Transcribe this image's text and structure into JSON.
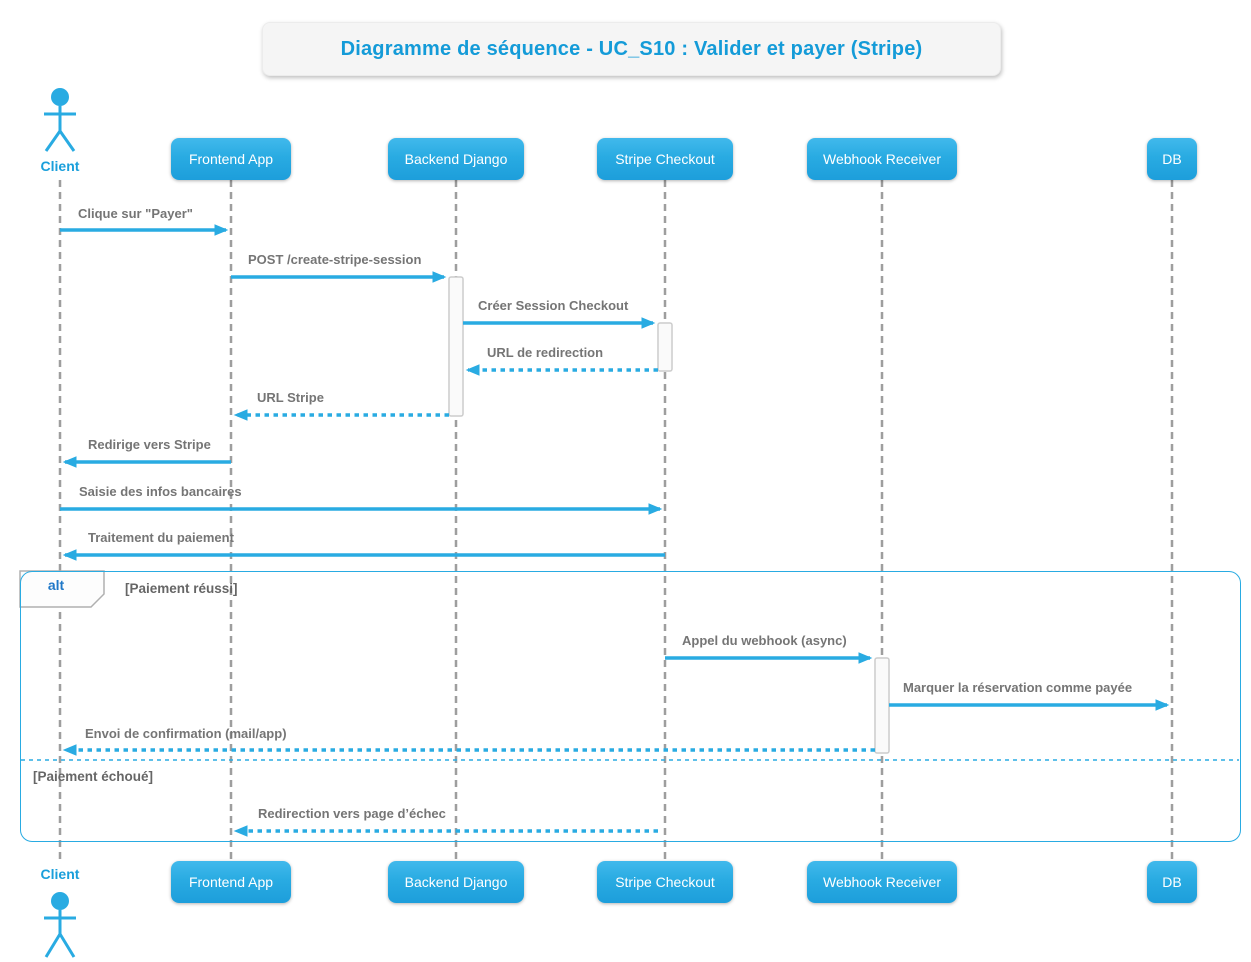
{
  "title": "Diagramme de séquence - UC_S10 : Valider et payer (Stripe)",
  "actors": [
    {
      "label": "Client",
      "type": "actor"
    },
    {
      "label": "Frontend App",
      "type": "participant"
    },
    {
      "label": "Backend Django",
      "type": "participant"
    },
    {
      "label": "Stripe Checkout",
      "type": "participant"
    },
    {
      "label": "Webhook Receiver",
      "type": "participant"
    },
    {
      "label": "DB",
      "type": "participant"
    }
  ],
  "messages": [
    {
      "from": "Client",
      "to": "Frontend App",
      "label": "Clique sur \"Payer\"",
      "line": "solid"
    },
    {
      "from": "Frontend App",
      "to": "Backend Django",
      "label": "POST /create-stripe-session",
      "line": "solid"
    },
    {
      "from": "Backend Django",
      "to": "Stripe Checkout",
      "label": "Créer Session Checkout",
      "line": "solid"
    },
    {
      "from": "Stripe Checkout",
      "to": "Backend Django",
      "label": "URL de redirection",
      "line": "dashed"
    },
    {
      "from": "Backend Django",
      "to": "Frontend App",
      "label": "URL Stripe",
      "line": "dashed"
    },
    {
      "from": "Frontend App",
      "to": "Client",
      "label": "Redirige vers Stripe",
      "line": "solid"
    },
    {
      "from": "Client",
      "to": "Stripe Checkout",
      "label": "Saisie des infos bancaires",
      "line": "solid"
    },
    {
      "from": "Stripe Checkout",
      "to": "Client",
      "label": "Traitement du paiement",
      "line": "solid"
    },
    {
      "from": "Stripe Checkout",
      "to": "Webhook Receiver",
      "label": "Appel du webhook (async)",
      "line": "solid"
    },
    {
      "from": "Webhook Receiver",
      "to": "DB",
      "label": "Marquer la réservation comme payée",
      "line": "solid"
    },
    {
      "from": "Webhook Receiver",
      "to": "Client",
      "label": "Envoi de confirmation (mail/app)",
      "line": "dashed"
    },
    {
      "from": "Stripe Checkout",
      "to": "Frontend App",
      "label": "Redirection vers page d’échec",
      "line": "dashed"
    }
  ],
  "alt_frame": {
    "keyword": "alt",
    "branches": [
      {
        "condition": "[Paiement réussi]"
      },
      {
        "condition": "[Paiement échoué]"
      }
    ]
  },
  "colors": {
    "primary_blue": "#29abe2",
    "title_text": "#149bd8",
    "alt_keyword_text": "#1f78c8",
    "message_text": "#757575",
    "condition_text": "#666666",
    "lifeline_gray": "#9e9e9e",
    "participant_text": "#ffffff"
  }
}
